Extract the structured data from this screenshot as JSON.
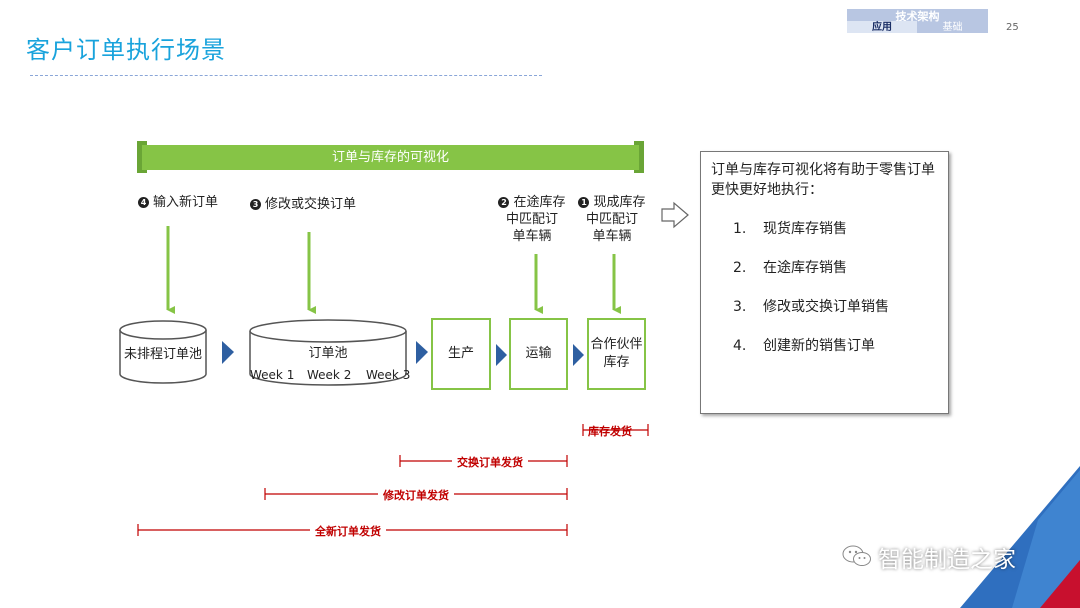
{
  "header": {
    "title": "客户订单执行场景",
    "tab_top": "技术架构",
    "tab_left": "应用",
    "tab_right": "基础",
    "page_number": "25"
  },
  "diagram": {
    "banner": "订单与库存的可视化",
    "steps": [
      {
        "num": "4",
        "label": "输入新订单"
      },
      {
        "num": "3",
        "label": "修改或交换订单"
      },
      {
        "num": "2",
        "lines": [
          "在途库存",
          "中匹配订",
          "单车辆"
        ]
      },
      {
        "num": "1",
        "lines": [
          "现成库存",
          "中匹配订",
          "单车辆"
        ]
      }
    ],
    "nodes": {
      "unscheduled_pool": "未排程订单池",
      "order_pool": "订单池",
      "weeks": [
        "Week 1",
        "Week 2",
        "Week 3"
      ],
      "production": "生产",
      "transport": "运输",
      "partner_stock": [
        "合作伙伴",
        "库存"
      ]
    },
    "shipments": {
      "stock": "库存发货",
      "exchange": "交换订单发货",
      "modify": "修改订单发货",
      "new": "全新订单发货"
    },
    "colors": {
      "green": "#86c446",
      "arrow_blue": "#2e5fa1",
      "red": "#c00000",
      "title_blue": "#19a3dc"
    }
  },
  "info_box": {
    "heading": "订单与库存可视化将有助于零售订单更快更好地执行：",
    "items": [
      {
        "n": "1.",
        "text": "现货库存销售"
      },
      {
        "n": "2.",
        "text": "在途库存销售"
      },
      {
        "n": "3.",
        "text": "修改或交换订单销售"
      },
      {
        "n": "4.",
        "text": "创建新的销售订单"
      }
    ]
  },
  "watermark": "智能制造之家"
}
